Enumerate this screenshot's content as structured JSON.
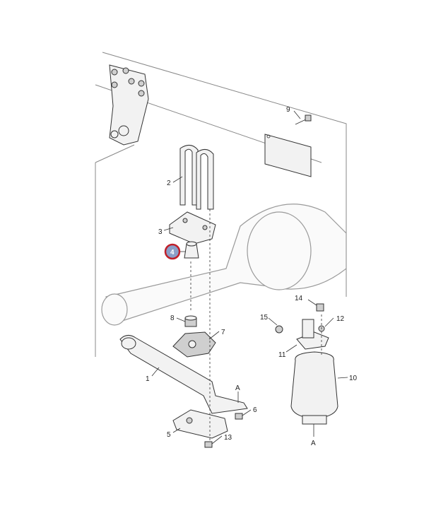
{
  "diagram": {
    "callouts": [
      {
        "id": "c1",
        "text": "1"
      },
      {
        "id": "c2",
        "text": "2"
      },
      {
        "id": "c3",
        "text": "3"
      },
      {
        "id": "c4",
        "text": "4",
        "highlighted": true
      },
      {
        "id": "c5",
        "text": "5"
      },
      {
        "id": "c6",
        "text": "6"
      },
      {
        "id": "c7",
        "text": "7"
      },
      {
        "id": "c8",
        "text": "8"
      },
      {
        "id": "c9",
        "text": "9"
      },
      {
        "id": "c10",
        "text": "10"
      },
      {
        "id": "c11",
        "text": "11"
      },
      {
        "id": "c12",
        "text": "12"
      },
      {
        "id": "c13",
        "text": "13"
      },
      {
        "id": "c14",
        "text": "14"
      },
      {
        "id": "c15",
        "text": "15"
      }
    ],
    "reference_marks": [
      {
        "id": "a1",
        "text": "A"
      },
      {
        "id": "a2",
        "text": "A"
      }
    ],
    "colors": {
      "line": "#333333",
      "highlight": "#c0202a",
      "highlight_fill": "#8a9fc8"
    }
  }
}
